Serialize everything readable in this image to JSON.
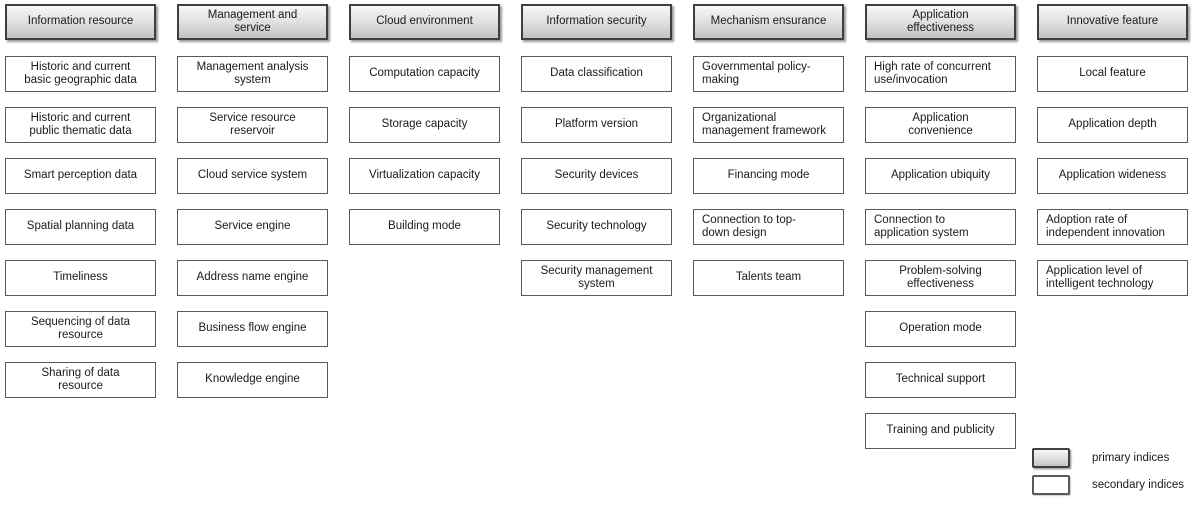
{
  "colors": {
    "background": "#ffffff",
    "text": "#1a1a1a",
    "secondary_box_border": "#595959",
    "primary_box_border": "#3f3f3f",
    "primary_fill_top": "#f7f7f7",
    "primary_fill_mid": "#dedede",
    "primary_fill_bottom": "#c2c2c2"
  },
  "legend": {
    "primary_label": "primary indices",
    "secondary_label": "secondary indices"
  },
  "columns": [
    {
      "id": "information-resource",
      "header": "Information resource",
      "items": [
        {
          "label": "Historic and current\nbasic geographic data"
        },
        {
          "label": "Historic and current\npublic thematic data"
        },
        {
          "label": "Smart perception data"
        },
        {
          "label": "Spatial planning data"
        },
        {
          "label": "Timeliness"
        },
        {
          "label": "Sequencing of data\nresource"
        },
        {
          "label": "Sharing of data\nresource"
        }
      ]
    },
    {
      "id": "management-and-service",
      "header": "Management and\nservice",
      "items": [
        {
          "label": "Management analysis\nsystem"
        },
        {
          "label": "Service resource\nreservoir"
        },
        {
          "label": "Cloud service system"
        },
        {
          "label": "Service engine"
        },
        {
          "label": "Address name engine"
        },
        {
          "label": "Business flow engine"
        },
        {
          "label": "Knowledge engine"
        }
      ]
    },
    {
      "id": "cloud-environment",
      "header": "Cloud environment",
      "items": [
        {
          "label": "Computation capacity"
        },
        {
          "label": "Storage capacity"
        },
        {
          "label": "Virtualization capacity"
        },
        {
          "label": "Building mode"
        }
      ]
    },
    {
      "id": "information-security",
      "header": "Information security",
      "items": [
        {
          "label": "Data classification"
        },
        {
          "label": "Platform version"
        },
        {
          "label": "Security devices"
        },
        {
          "label": "Security technology"
        },
        {
          "label": "Security management\nsystem"
        }
      ]
    },
    {
      "id": "mechanism-ensurance",
      "header": "Mechanism ensurance",
      "items": [
        {
          "label": "Governmental policy-\nmaking",
          "align": "left"
        },
        {
          "label": "Organizational\nmanagement framework",
          "align": "left"
        },
        {
          "label": "Financing mode"
        },
        {
          "label": "Connection to top-\ndown design",
          "align": "left"
        },
        {
          "label": "Talents team"
        }
      ]
    },
    {
      "id": "application-effectiveness",
      "header": "Application\neffectiveness",
      "items": [
        {
          "label": "High rate of concurrent\nuse/invocation",
          "align": "left"
        },
        {
          "label": "Application\nconvenience"
        },
        {
          "label": "Application ubiquity"
        },
        {
          "label": "Connection to\napplication system",
          "align": "left"
        },
        {
          "label": "Problem-solving\neffectiveness"
        },
        {
          "label": "Operation mode"
        },
        {
          "label": "Technical support"
        },
        {
          "label": "Training and publicity"
        }
      ]
    },
    {
      "id": "innovative-feature",
      "header": "Innovative feature",
      "items": [
        {
          "label": "Local feature"
        },
        {
          "label": "Application depth"
        },
        {
          "label": "Application wideness"
        },
        {
          "label": "Adoption rate of\nindependent innovation",
          "align": "left"
        },
        {
          "label": "Application level of\nintelligent technology",
          "align": "left"
        }
      ]
    }
  ]
}
